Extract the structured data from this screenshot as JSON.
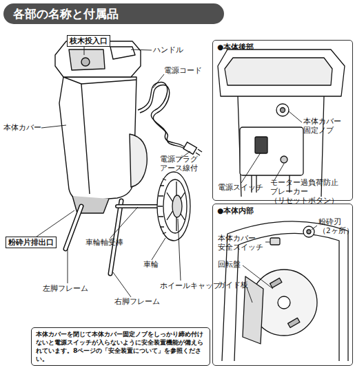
{
  "diagram": {
    "title": "各部の名称と付属品",
    "nodes": [
      {
        "text": [
          "枝木投入口"
        ]
      },
      {
        "text": [
          "●本体後部"
        ]
      },
      {
        "text": [
          "●本体内部"
        ]
      },
      {
        "text": [
          "粉砕片排出口"
        ]
      },
      {
        "text": [
          "本体カバーを閉じて本体カバー固定ノブをしっかり締め付けないと電源スイッチが入らないように安全装置機能が備えられています。8ページの「安全装置について」を参照ください。"
        ]
      }
    ],
    "labels": [
      "ハンドル",
      "電源コード",
      "本体カバー",
      "電源プラグ アース線付",
      "車輪軸受棒",
      "車輪",
      "左脚フレーム",
      "ホイールキャップ",
      "右脚フレーム",
      "本体カバー 固定ノブ",
      "電源スイッチ",
      "モーター過負荷防止 ブレーカー （リセットボタン）",
      "粉砕刃 （2ヶ所）",
      "本体カバー 安全スイッチ",
      "回転盤",
      "ガイド板"
    ]
  }
}
